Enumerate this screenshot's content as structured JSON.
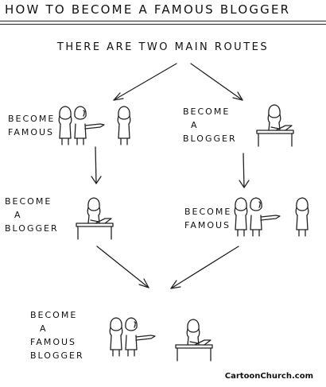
{
  "title": "HOW TO BECOME A FAMOUS BLOGGER",
  "subtitle": "THERE ARE TWO MAIN ROUTES",
  "routes": {
    "left_top": [
      "BECOME",
      "FAMOUS"
    ],
    "left_bottom": [
      "BECOME",
      "A",
      "BLOGGER"
    ],
    "right_top": [
      "BECOME",
      "A",
      "BLOGGER"
    ],
    "right_bottom": [
      "BECOME",
      "FAMOUS"
    ]
  },
  "result": [
    "BECOME",
    "A",
    "FAMOUS",
    "BLOGGER"
  ],
  "credit": "CartoonChurch.com"
}
